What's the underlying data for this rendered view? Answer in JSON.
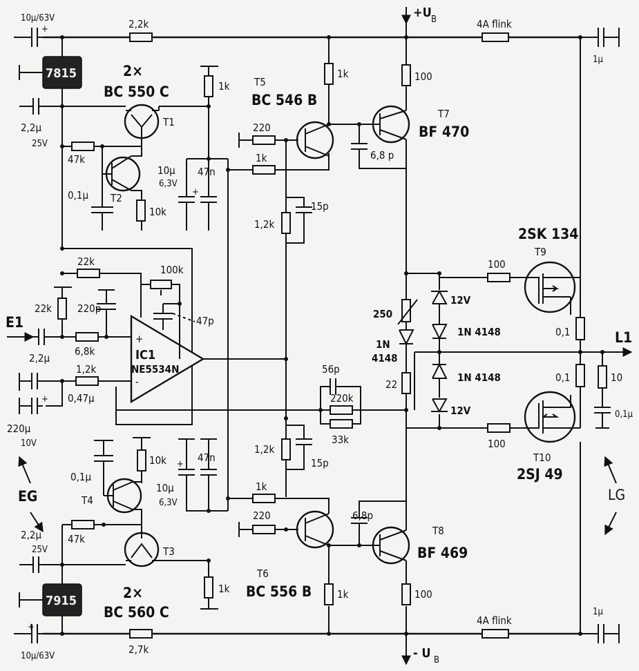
{
  "labels": {
    "supply_pos": "+U",
    "supply_neg": "- U",
    "supply_sub": "B",
    "input": "E1",
    "output": "L1",
    "eg": "EG",
    "lg": "LG",
    "reg_pos": "7815",
    "reg_neg": "7915",
    "ic_name": "IC1",
    "ic_type": "NE5534N",
    "ic_plus": "+",
    "ic_minus": "-",
    "cap_plus": "+"
  },
  "components": {
    "c_in_top": "10µ/63V",
    "c_in_bot": "10µ/63V",
    "r_2k2": "2,2k",
    "r_2k7": "2,7k",
    "fuse_top": "4A flink",
    "fuse_bot": "4A flink",
    "c_out_top": "1µ",
    "c_out_bot": "1µ",
    "c_reg_top_val": "2,2µ",
    "c_reg_top_v": "25V",
    "c_reg_bot_val": "2,2µ",
    "c_reg_bot_v": "25V",
    "t12_count": "2×",
    "t12_type": "BC 550 C",
    "t1": "T1",
    "t2": "T2",
    "t34_count": "2×",
    "t34_type": "BC 560 C",
    "t3": "T3",
    "t4": "T4",
    "r_47k_top": "47k",
    "r_47k_bot": "47k",
    "c_01_top": "0,1µ",
    "c_01_bot": "0,1µ",
    "r_10k_top": "10k",
    "r_10k_bot": "10k",
    "r_1k_ref_top": "1k",
    "r_1k_ref_bot": "1k",
    "c_10u_top_val": "10µ",
    "c_10u_top_v": "6,3V",
    "c_10u_bot_val": "10µ",
    "c_10u_bot_v": "6,3V",
    "c_47n_top": "47n",
    "c_47n_bot": "47n",
    "r_22k_fb": "22k",
    "pot_100k": "100k",
    "c_47p": "47p",
    "r_22k_in": "22k",
    "c_220p": "220p",
    "r_6k8": "6,8k",
    "c_2u2_in": "2,2µ",
    "r_1k2_in": "1,2k",
    "c_047": "0,47µ",
    "c_220u_val": "220µ",
    "c_220u_v": "10V",
    "t5": "T5",
    "t5_type": "BC 546 B",
    "t6": "T6",
    "t6_type": "BC 556 B",
    "t7": "T7",
    "t7_type": "BF 470",
    "t8": "T8",
    "t8_type": "BF 469",
    "r_220_top": "220",
    "r_220_bot": "220",
    "r_1k_t5b": "1k",
    "r_1k_t6b": "1k",
    "r_1k_t5c": "1k",
    "r_1k_t6c": "1k",
    "r_1k2_top": "1,2k",
    "r_1k2_bot": "1,2k",
    "c_15p_top": "15p",
    "c_15p_bot": "15p",
    "c_6p8_top": "6,8 p",
    "c_6p8_bot": "6,8p",
    "r_100_t7": "100",
    "r_100_t8": "100",
    "pot_250": "250",
    "d_1n4148_a": "1N",
    "d_1n4148_b": "4148",
    "r_22": "22",
    "c_56p": "56p",
    "r_220k": "220k",
    "r_33k": "33k",
    "z_12v_top": "12V",
    "z_12v_bot": "12V",
    "d_1n4148_top": "1N 4148",
    "d_1n4148_bot": "1N 4148",
    "r_100_g9": "100",
    "r_100_g10": "100",
    "t9": "T9",
    "t9_type": "2SK 134",
    "t10": "T10",
    "t10_type": "2SJ 49",
    "r_01_top": "0,1",
    "r_01_bot": "0,1",
    "r_10_out": "10",
    "c_01_out": "0,1µ"
  }
}
